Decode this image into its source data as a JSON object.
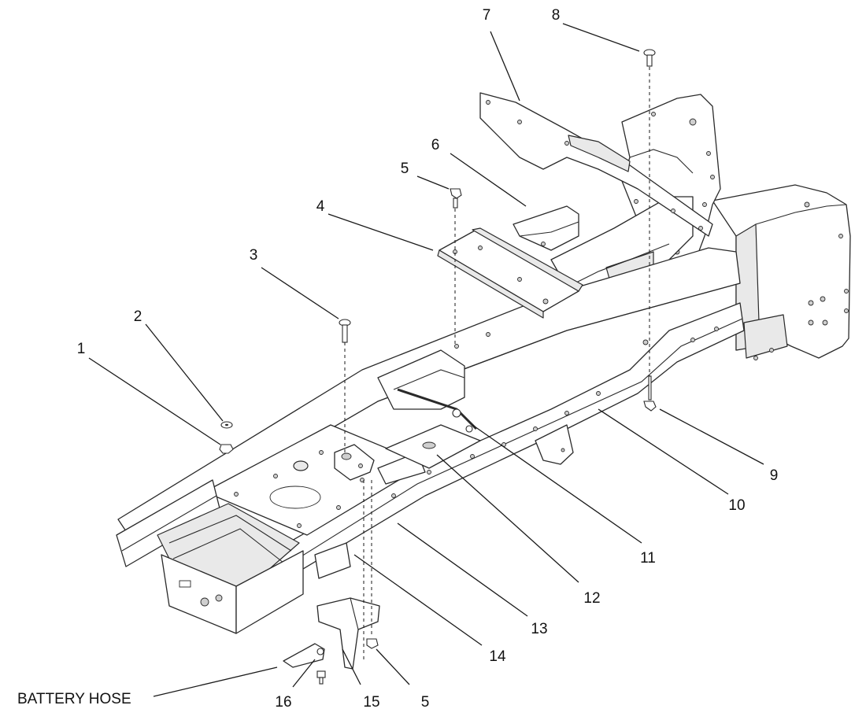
{
  "diagram": {
    "callouts": {
      "c1": "1",
      "c2": "2",
      "c3": "3",
      "c4": "4",
      "c5a": "5",
      "c6": "6",
      "c7": "7",
      "c8": "8",
      "c9": "9",
      "c10": "10",
      "c11": "11",
      "c12": "12",
      "c13": "13",
      "c14": "14",
      "c5b": "5",
      "c15": "15",
      "c16": "16"
    },
    "battery_hose_label": "BATTERY HOSE"
  }
}
